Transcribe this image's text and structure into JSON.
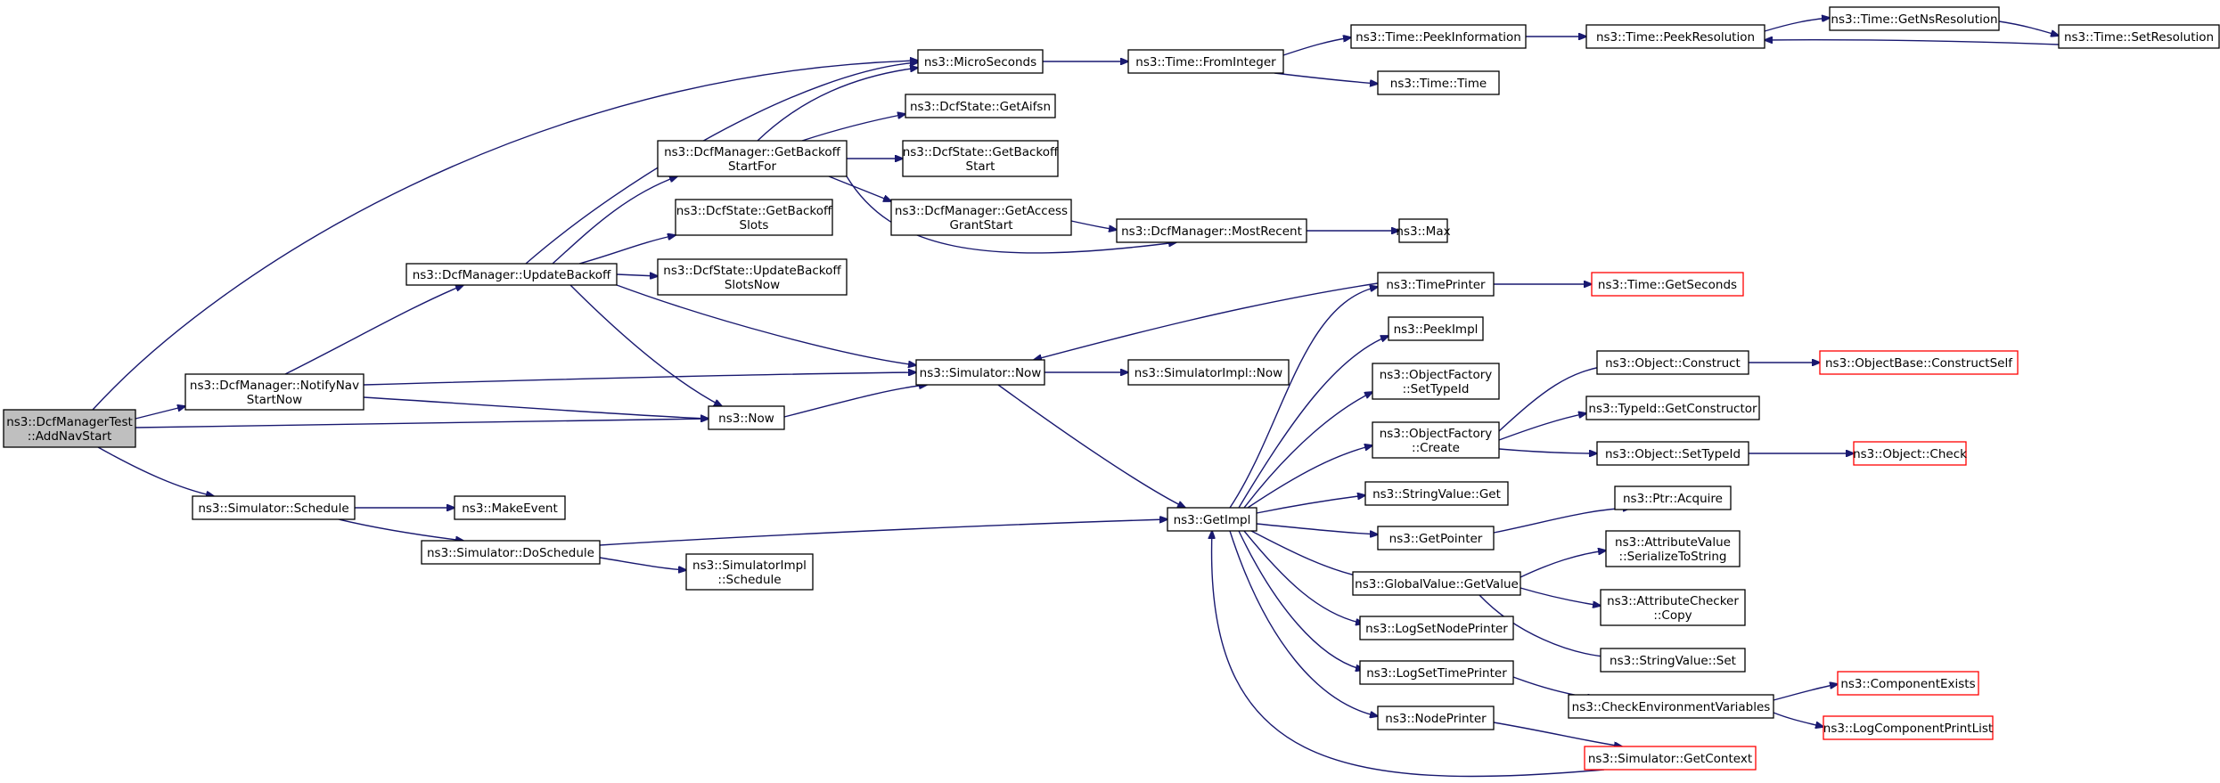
{
  "diagram": {
    "colors": {
      "edge": "#191970",
      "node_border": "#000000",
      "external_border": "#ff0000",
      "root_fill": "#bfbfbf",
      "background": "#ffffff"
    },
    "nodes": [
      {
        "id": "root",
        "lines": [
          "ns3::DcfManagerTest",
          "::AddNavStart"
        ],
        "kind": "root"
      },
      {
        "id": "notify",
        "lines": [
          "ns3::DcfManager::NotifyNav",
          "StartNow"
        ]
      },
      {
        "id": "updbk",
        "lines": [
          "ns3::DcfManager::UpdateBackoff"
        ]
      },
      {
        "id": "schedule",
        "lines": [
          "ns3::Simulator::Schedule"
        ]
      },
      {
        "id": "doschedule",
        "lines": [
          "ns3::Simulator::DoSchedule"
        ]
      },
      {
        "id": "makeevent",
        "lines": [
          "ns3::MakeEvent"
        ]
      },
      {
        "id": "simimplsched",
        "lines": [
          "ns3::SimulatorImpl",
          "::Schedule"
        ]
      },
      {
        "id": "getbkstart",
        "lines": [
          "ns3::DcfManager::GetBackoff",
          "StartFor"
        ]
      },
      {
        "id": "dsgetbkslots",
        "lines": [
          "ns3::DcfState::GetBackoff",
          "Slots"
        ]
      },
      {
        "id": "dsupdbk",
        "lines": [
          "ns3::DcfState::UpdateBackoff",
          "SlotsNow"
        ]
      },
      {
        "id": "micro",
        "lines": [
          "ns3::MicroSeconds"
        ]
      },
      {
        "id": "getaifsn",
        "lines": [
          "ns3::DcfState::GetAifsn"
        ]
      },
      {
        "id": "dsgetbkstart",
        "lines": [
          "ns3::DcfState::GetBackoff",
          "Start"
        ]
      },
      {
        "id": "getaccess",
        "lines": [
          "ns3::DcfManager::GetAccess",
          "GrantStart"
        ]
      },
      {
        "id": "simnow",
        "lines": [
          "ns3::Simulator::Now"
        ]
      },
      {
        "id": "now",
        "lines": [
          "ns3::Now"
        ]
      },
      {
        "id": "getimpl",
        "lines": [
          "ns3::GetImpl"
        ]
      },
      {
        "id": "fromint",
        "lines": [
          "ns3::Time::FromInteger"
        ]
      },
      {
        "id": "mostrecent",
        "lines": [
          "ns3::DcfManager::MostRecent"
        ]
      },
      {
        "id": "simimplnow",
        "lines": [
          "ns3::SimulatorImpl::Now"
        ]
      },
      {
        "id": "peekinfo",
        "lines": [
          "ns3::Time::PeekInformation"
        ]
      },
      {
        "id": "timetime",
        "lines": [
          "ns3::Time::Time"
        ]
      },
      {
        "id": "max",
        "lines": [
          "ns3::Max"
        ]
      },
      {
        "id": "timeprinter",
        "lines": [
          "ns3::TimePrinter"
        ]
      },
      {
        "id": "peekimpl",
        "lines": [
          "ns3::PeekImpl"
        ]
      },
      {
        "id": "ofsettype",
        "lines": [
          "ns3::ObjectFactory",
          "::SetTypeId"
        ]
      },
      {
        "id": "ofcreate",
        "lines": [
          "ns3::ObjectFactory",
          "::Create"
        ]
      },
      {
        "id": "svget",
        "lines": [
          "ns3::StringValue::Get"
        ]
      },
      {
        "id": "getpointer",
        "lines": [
          "ns3::GetPointer"
        ]
      },
      {
        "id": "gvgetvalue",
        "lines": [
          "ns3::GlobalValue::GetValue"
        ]
      },
      {
        "id": "logsetnode",
        "lines": [
          "ns3::LogSetNodePrinter"
        ]
      },
      {
        "id": "logsettime",
        "lines": [
          "ns3::LogSetTimePrinter"
        ]
      },
      {
        "id": "nodeprinter",
        "lines": [
          "ns3::NodePrinter"
        ]
      },
      {
        "id": "peekres",
        "lines": [
          "ns3::Time::PeekResolution"
        ]
      },
      {
        "id": "getnsres",
        "lines": [
          "ns3::Time::GetNsResolution"
        ]
      },
      {
        "id": "setres",
        "lines": [
          "ns3::Time::SetResolution"
        ]
      },
      {
        "id": "getseconds",
        "lines": [
          "ns3::Time::GetSeconds"
        ],
        "kind": "external"
      },
      {
        "id": "objconstruct",
        "lines": [
          "ns3::Object::Construct"
        ]
      },
      {
        "id": "typeidgetctor",
        "lines": [
          "ns3::TypeId::GetConstructor"
        ]
      },
      {
        "id": "objsettype",
        "lines": [
          "ns3::Object::SetTypeId"
        ]
      },
      {
        "id": "ptracquire",
        "lines": [
          "ns3::Ptr::Acquire"
        ]
      },
      {
        "id": "avserialize",
        "lines": [
          "ns3::AttributeValue",
          "::SerializeToString"
        ]
      },
      {
        "id": "accopy",
        "lines": [
          "ns3::AttributeChecker",
          "::Copy"
        ]
      },
      {
        "id": "svset",
        "lines": [
          "ns3::StringValue::Set"
        ]
      },
      {
        "id": "checkenv",
        "lines": [
          "ns3::CheckEnvironmentVariables"
        ]
      },
      {
        "id": "simgetctx",
        "lines": [
          "ns3::Simulator::GetContext"
        ],
        "kind": "external"
      },
      {
        "id": "obconstructself",
        "lines": [
          "ns3::ObjectBase::ConstructSelf"
        ],
        "kind": "external"
      },
      {
        "id": "objcheck",
        "lines": [
          "ns3::Object::Check"
        ],
        "kind": "external"
      },
      {
        "id": "compexists",
        "lines": [
          "ns3::ComponentExists"
        ],
        "kind": "external"
      },
      {
        "id": "logcomplist",
        "lines": [
          "ns3::LogComponentPrintList"
        ],
        "kind": "external"
      }
    ]
  }
}
